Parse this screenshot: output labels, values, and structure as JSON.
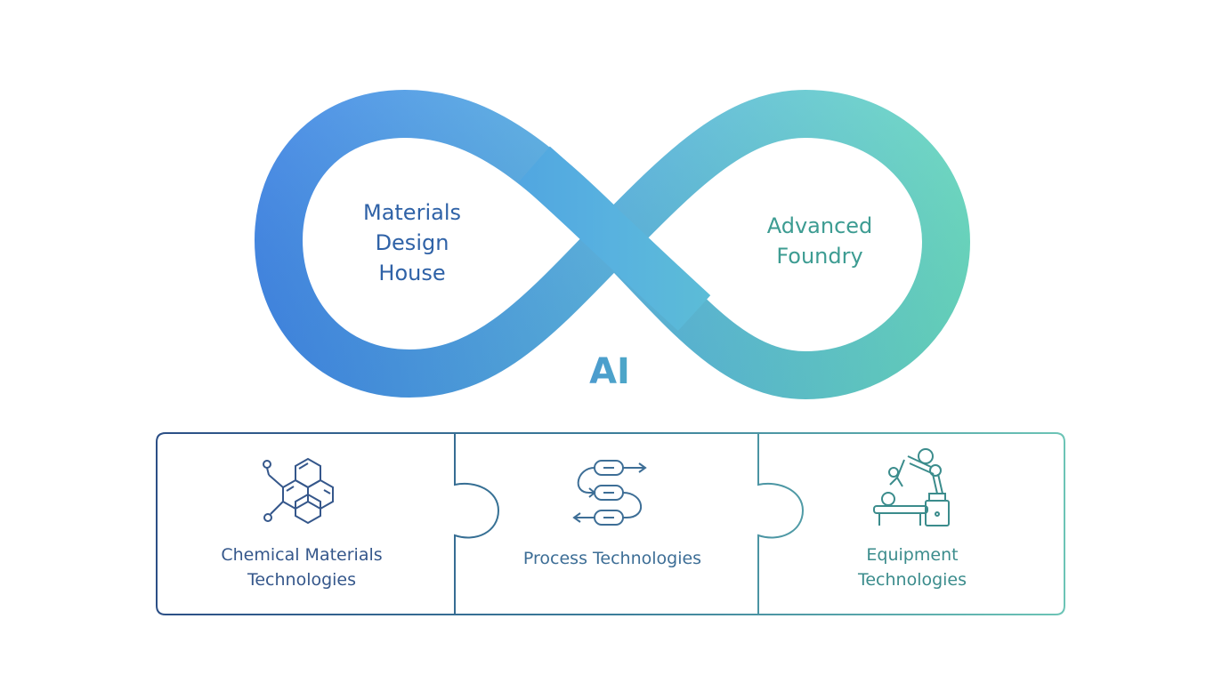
{
  "diagram": {
    "loop": {
      "left_label": "Materials\nDesign\nHouse",
      "right_label": "Advanced\nFoundry",
      "center_label": "AI",
      "gradient_colors": [
        "#3f86e6",
        "#58b2df",
        "#66d8bf"
      ]
    },
    "pieces": [
      {
        "label": "Chemical Materials\nTechnologies",
        "icon": "molecule-icon",
        "color": "#35578b"
      },
      {
        "label": "Process Technologies",
        "icon": "process-flow-icon",
        "color": "#3d6e96"
      },
      {
        "label": "Equipment\nTechnologies",
        "icon": "robotic-arm-icon",
        "color": "#3b8c8c"
      }
    ]
  }
}
